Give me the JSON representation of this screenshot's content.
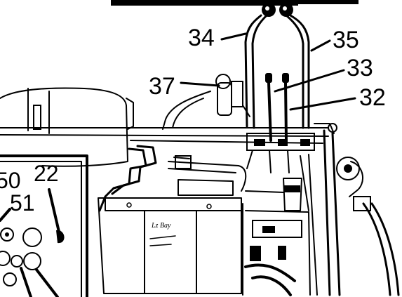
{
  "callouts": {
    "c34": "34",
    "c35": "35",
    "c33": "33",
    "c32": "32",
    "c37": "37"
  },
  "panel": {
    "n50": "50",
    "n22": "22",
    "n51": "51"
  },
  "battery": {
    "brand": "Lz Bay"
  }
}
